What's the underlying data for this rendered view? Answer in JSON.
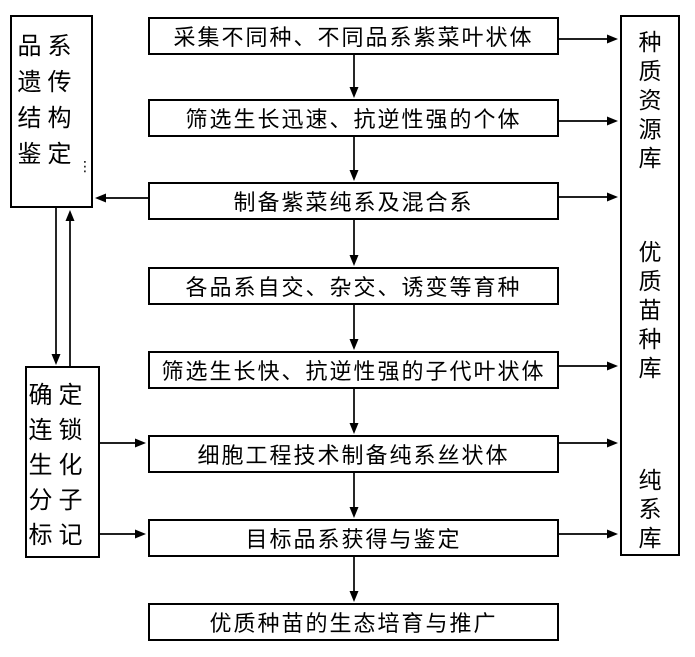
{
  "flowchart": {
    "left_top_box": {
      "label": "品系遗传结构鉴定",
      "ellipsis": "⋮"
    },
    "left_bottom_box": {
      "label": "确定连锁生化分子标记"
    },
    "steps": [
      {
        "label": "采集不同种、不同品系紫菜叶状体"
      },
      {
        "label": "筛选生长迅速、抗逆性强的个体"
      },
      {
        "label": "制备紫菜纯系及混合系"
      },
      {
        "label": "各品系自交、杂交、诱变等育种"
      },
      {
        "label": "筛选生长快、抗逆性强的子代叶状体"
      },
      {
        "label": "细胞工程技术制备纯系丝状体"
      },
      {
        "label": "目标品系获得与鉴定"
      },
      {
        "label": "优质种苗的生态培育与推广"
      }
    ],
    "right_box": {
      "labels": [
        "种质资源库",
        "优质苗种库",
        "纯系库"
      ]
    },
    "connections": [
      {
        "from": "step-1",
        "to": "step-2"
      },
      {
        "from": "step-2",
        "to": "step-3"
      },
      {
        "from": "step-3",
        "to": "step-4"
      },
      {
        "from": "step-4",
        "to": "step-5"
      },
      {
        "from": "step-5",
        "to": "step-6"
      },
      {
        "from": "step-6",
        "to": "step-7"
      },
      {
        "from": "step-7",
        "to": "step-8"
      },
      {
        "from": "step-1",
        "to": "germplasm-repository"
      },
      {
        "from": "step-2",
        "to": "germplasm-repository"
      },
      {
        "from": "step-3",
        "to": "germplasm-repository"
      },
      {
        "from": "step-5",
        "to": "quality-seedling-repository"
      },
      {
        "from": "step-6",
        "to": "quality-seedling-repository"
      },
      {
        "from": "step-7",
        "to": "pure-line-repository"
      },
      {
        "from": "step-3",
        "to": "strain-genetic-structure-identification"
      },
      {
        "from": "strain-genetic-structure-identification",
        "to": "linked-biochemical-molecular-markers"
      },
      {
        "from": "linked-biochemical-molecular-markers",
        "to": "strain-genetic-structure-identification"
      },
      {
        "from": "linked-biochemical-molecular-markers",
        "to": "step-6"
      },
      {
        "from": "linked-biochemical-molecular-markers",
        "to": "step-7"
      }
    ]
  },
  "colors": {
    "background": "#ffffff",
    "line": "#000000",
    "box_border": "#000000",
    "text": "#000000"
  }
}
